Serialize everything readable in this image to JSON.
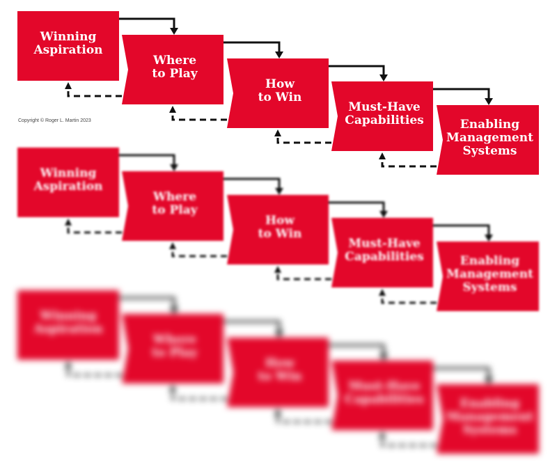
{
  "copyright": "Copyright © Roger L. Martin 2023",
  "steps": [
    {
      "label": "Winning\nAspiration"
    },
    {
      "label": "Where\nto Play"
    },
    {
      "label": "How\nto Win"
    },
    {
      "label": "Must-Have\nCapabilities"
    },
    {
      "label": "Enabling\nManagement\nSystems"
    }
  ],
  "colors": {
    "box": "#e3072a",
    "arrow": "#111111"
  }
}
